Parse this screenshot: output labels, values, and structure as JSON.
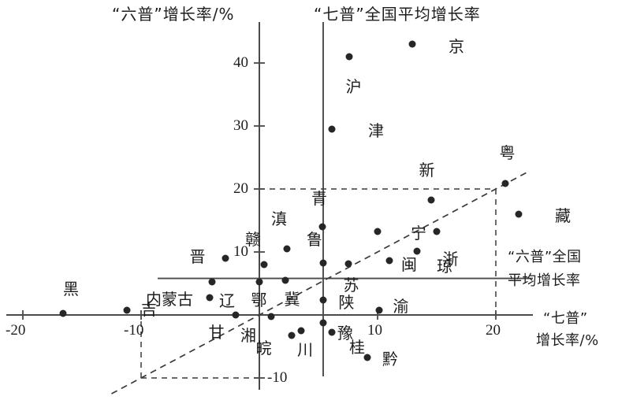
{
  "titles": {
    "y_axis_title": "“六普”增长率/%",
    "vline_title": "“七普”全国平均增长率",
    "hline_label_1": "“六普”全国",
    "hline_label_2": "平均增长率",
    "x_axis_label_1": "“七普”",
    "x_axis_label_2": "增长率/%"
  },
  "axes": {
    "x_ticks": [
      {
        "value": -20,
        "label": "-20"
      },
      {
        "value": -10,
        "label": "-10"
      },
      {
        "value": 10,
        "label": "10"
      },
      {
        "value": 20,
        "label": "20"
      }
    ],
    "y_ticks": [
      {
        "value": 40,
        "label": "40"
      },
      {
        "value": 30,
        "label": "30"
      },
      {
        "value": 20,
        "label": "20"
      },
      {
        "value": 10,
        "label": "10"
      },
      {
        "value": -10,
        "label": "-10"
      }
    ]
  },
  "chart_data": {
    "type": "scatter",
    "title": "各省“七普”增长率与“六普”增长率散点图",
    "xlabel": "“七普”增长率/%",
    "ylabel": "“六普”增长率/%",
    "xlim": [
      -22,
      24
    ],
    "ylim": [
      -12,
      46
    ],
    "grid": false,
    "legend": null,
    "reference_lines": [
      {
        "name": "七普全国平均增长率",
        "type": "vertical",
        "value": 5.4,
        "style": "solid"
      },
      {
        "name": "六普全国平均增长率",
        "type": "horizontal",
        "value": 5.8,
        "style": "solid"
      },
      {
        "name": "y = x",
        "type": "diagonal",
        "style": "dashed"
      },
      {
        "name": "粤参考线-水平",
        "type": "horizontal",
        "value": 20,
        "style": "dashed"
      },
      {
        "name": "粤参考线-垂直",
        "type": "vertical",
        "value": 20,
        "style": "dashed"
      },
      {
        "name": "下参考线-水平",
        "type": "horizontal",
        "value": -10,
        "style": "dashed"
      },
      {
        "name": "下参考线-垂直",
        "type": "vertical",
        "value": -10,
        "style": "dashed"
      }
    ],
    "points": [
      {
        "label": "京",
        "x": 12.9,
        "y": 43.0,
        "lx": 16.0,
        "ly": 42.6
      },
      {
        "label": "沪",
        "x": 7.6,
        "y": 41.0,
        "lx": 7.3,
        "ly": 36.3
      },
      {
        "label": "津",
        "x": 6.1,
        "y": 29.5,
        "lx": 9.2,
        "ly": 29.3
      },
      {
        "label": "粤",
        "x": 20.8,
        "y": 20.9,
        "lx": 20.3,
        "ly": 25.7
      },
      {
        "label": "藏",
        "x": 21.9,
        "y": 16.0,
        "lx": 25.0,
        "ly": 15.7
      },
      {
        "label": "新",
        "x": 14.5,
        "y": 18.3,
        "lx": 13.5,
        "ly": 23.0
      },
      {
        "label": "宁",
        "x": 10.0,
        "y": 13.3,
        "lx": 12.8,
        "ly": 13.0
      },
      {
        "label": "浙",
        "x": 15.0,
        "y": 13.2,
        "lx": 15.5,
        "ly": 8.9
      },
      {
        "label": "青",
        "x": 5.3,
        "y": 14.0,
        "lx": 4.4,
        "ly": 18.5
      },
      {
        "label": "滇",
        "x": 2.3,
        "y": 10.5,
        "lx": 1.0,
        "ly": 15.2
      },
      {
        "label": "赣",
        "x": 0.4,
        "y": 8.0,
        "lx": -1.2,
        "ly": 12.0
      },
      {
        "label": "晋",
        "x": -2.9,
        "y": 9.0,
        "lx": -5.9,
        "ly": 9.2
      },
      {
        "label": "鲁",
        "x": 5.4,
        "y": 8.3,
        "lx": 4.0,
        "ly": 12.0
      },
      {
        "label": "苏",
        "x": 7.5,
        "y": 8.1,
        "lx": 7.1,
        "ly": 4.8
      },
      {
        "label": "闽",
        "x": 11.0,
        "y": 8.6,
        "lx": 12.0,
        "ly": 8.0
      },
      {
        "label": "琼",
        "x": 13.3,
        "y": 10.1,
        "lx": 15.0,
        "ly": 7.7
      },
      {
        "label": "冀",
        "x": 2.2,
        "y": 5.5,
        "lx": 2.1,
        "ly": 2.5
      },
      {
        "label": "鄂",
        "x": 0.0,
        "y": 5.3,
        "lx": -0.7,
        "ly": 2.4
      },
      {
        "label": "辽",
        "x": -4.0,
        "y": 5.2,
        "lx": -3.4,
        "ly": 2.2
      },
      {
        "label": "内蒙古",
        "x": -4.2,
        "y": 2.8,
        "lx": -9.6,
        "ly": 2.5
      },
      {
        "label": "陕",
        "x": 5.4,
        "y": 2.4,
        "lx": 6.7,
        "ly": 2.0
      },
      {
        "label": "渝",
        "x": 10.1,
        "y": 0.7,
        "lx": 11.3,
        "ly": 1.4
      },
      {
        "label": "吉",
        "x": -11.2,
        "y": 0.8,
        "lx": -10.0,
        "ly": 0.9
      },
      {
        "label": "黑",
        "x": -16.6,
        "y": 0.2,
        "lx": -16.6,
        "ly": 4.1
      },
      {
        "label": "甘",
        "x": -2.0,
        "y": 0.0,
        "lx": -4.3,
        "ly": -2.8
      },
      {
        "label": "湘",
        "x": 1.0,
        "y": -0.3,
        "lx": -1.6,
        "ly": -3.3
      },
      {
        "label": "豫",
        "x": 5.4,
        "y": -1.3,
        "lx": 6.6,
        "ly": -2.9
      },
      {
        "label": "皖",
        "x": 2.7,
        "y": -3.3,
        "lx": -0.3,
        "ly": -5.3
      },
      {
        "label": "川",
        "x": 3.5,
        "y": -2.5,
        "lx": 3.2,
        "ly": -5.5
      },
      {
        "label": "桂",
        "x": 6.1,
        "y": -2.8,
        "lx": 7.6,
        "ly": -5.1
      },
      {
        "label": "黔",
        "x": 9.1,
        "y": -6.8,
        "lx": 10.4,
        "ly": -7.0
      }
    ]
  },
  "colors": {
    "dot": "#262626",
    "axis": "#4a4a4a",
    "dashed": "#3a3a3a",
    "text": "#1d1d1d"
  }
}
